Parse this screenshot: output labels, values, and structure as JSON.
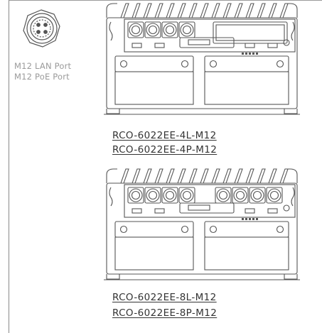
{
  "port_labels": {
    "lan": "M12 LAN Port",
    "poe": "M12 PoE Port"
  },
  "products": [
    {
      "models": [
        "RCO-6022EE-4L-M12",
        "RCO-6022EE-4P-M12"
      ],
      "m12_ports": 4
    },
    {
      "models": [
        "RCO-6022EE-8L-M12",
        "RCO-6022EE-8P-M12"
      ],
      "m12_ports": 8
    }
  ],
  "colors": {
    "line": "#555555",
    "label_gray": "#9a9a9a",
    "model_text": "#333333"
  }
}
